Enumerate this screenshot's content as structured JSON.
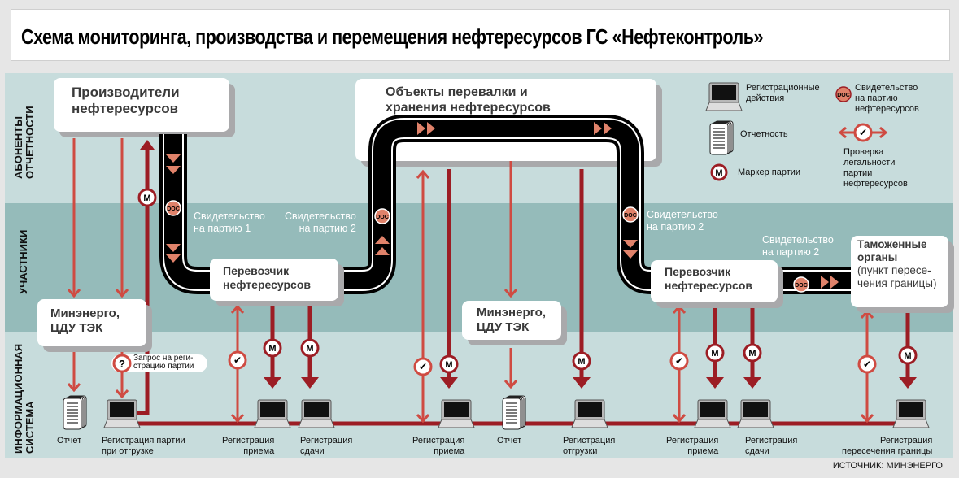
{
  "title": "Схема мониторинга, производства и перемещения нефтересурсов ГС «Нефтеконтроль»",
  "bands": [
    {
      "label_line1": "АБОНЕНТЫ",
      "label_line2": "ОТЧЕТНОСТИ"
    },
    {
      "label_line1": "УЧАСТНИКИ",
      "label_line2": ""
    },
    {
      "label_line1": "ИНФОРМАЦИОННАЯ",
      "label_line2": "СИСТЕМА"
    }
  ],
  "boxes": {
    "producers": {
      "line1": "Производители",
      "line2": "нефтересурсов"
    },
    "storage": {
      "line1": "Объекты перевалки и",
      "line2": "хранения нефтересурсов"
    },
    "minenergo_left": {
      "line1": "Минэнерго,",
      "line2": "ЦДУ ТЭК"
    },
    "minenergo_center": {
      "line1": "Минэнерго,",
      "line2": "ЦДУ ТЭК"
    },
    "carrier_left": {
      "line1": "Перевозчик",
      "line2": "нефтересурсов"
    },
    "carrier_right": {
      "line1": "Перевозчик",
      "line2": "нефтересурсов"
    },
    "customs": {
      "line1": "Таможенные",
      "line2": "органы",
      "line3": "(пункт пересе-",
      "line4": "чения границы)"
    }
  },
  "certificates": [
    {
      "line1": "Свидетельство",
      "line2": "на партию 1"
    },
    {
      "line1": "Свидетельство",
      "line2": "на партию 2"
    },
    {
      "line1": "Свидетельство",
      "line2": "на партию 2"
    },
    {
      "line1": "Свидетельство",
      "line2": "на партию 2"
    }
  ],
  "legend": {
    "registration": {
      "line1": "Регистрационные",
      "line2": "действия"
    },
    "reporting": "Отчетность",
    "marker": "Маркер партии",
    "certificate": {
      "line1": "Свидетельство",
      "line2": "на партию",
      "line3": "нефтересурсов"
    },
    "legality": {
      "line1": "Проверка",
      "line2": "легальности",
      "line3": "партии",
      "line4": "нефтересурсов"
    }
  },
  "request_bubble": {
    "line1": "Запрос на реги-",
    "line2": "страцию партии"
  },
  "bottom_labels": [
    {
      "line1": "Отчет",
      "line2": ""
    },
    {
      "line1": "Регистрация партии",
      "line2": "при отгрузке"
    },
    {
      "line1": "Регистрация",
      "line2": "приема"
    },
    {
      "line1": "Регистрация",
      "line2": "сдачи"
    },
    {
      "line1": "Регистрация",
      "line2": "приема"
    },
    {
      "line1": "Отчет",
      "line2": ""
    },
    {
      "line1": "Регистрация",
      "line2": "отгрузки"
    },
    {
      "line1": "Регистрация",
      "line2": "приема"
    },
    {
      "line1": "Регистрация",
      "line2": "сдачи"
    },
    {
      "line1": "Регистрация",
      "line2": "пересечения границы"
    }
  ],
  "icons": {
    "marker": "M",
    "doc": "DOC",
    "check": "✔",
    "question": "?"
  },
  "source": "ИСТОЧНИК: МИНЭНЕРГО",
  "colors": {
    "red_light": "#cf4b42",
    "red_dark": "#9c1d24",
    "salmon": "#e0826a",
    "track": "#000000"
  }
}
